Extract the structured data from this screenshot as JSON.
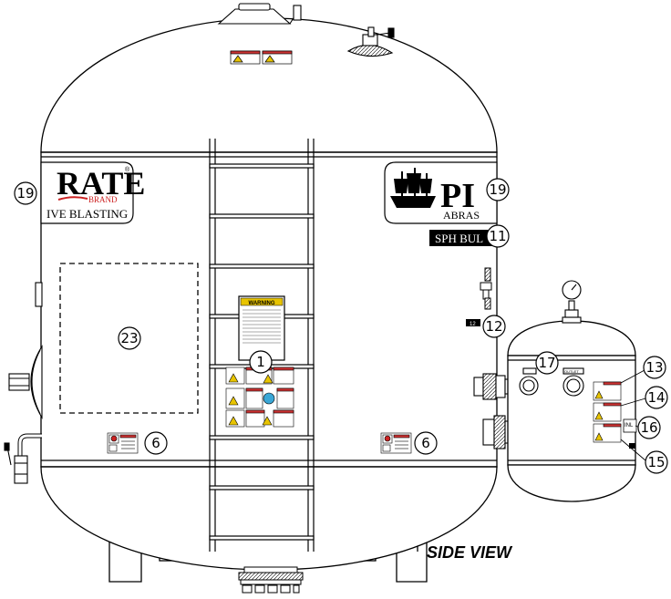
{
  "view_title": "SIDE VIEW",
  "logo_left": {
    "brand_text": "RATE",
    "sub_brand": "BRAND",
    "tagline": "IVE BLASTING",
    "trademark": "®"
  },
  "logo_right": {
    "brand_text": "PI",
    "tagline": "ABRAS"
  },
  "model_plate": "SPH BUL",
  "small_tag": "12",
  "warning_header": "WARNING",
  "small_vessel": {
    "port_left_label": "",
    "port_right_label": "OUTLET",
    "side_tag": "INL"
  },
  "callouts": [
    {
      "id": "c1",
      "label": "1"
    },
    {
      "id": "c6a",
      "label": "6"
    },
    {
      "id": "c6b",
      "label": "6"
    },
    {
      "id": "c11",
      "label": "11"
    },
    {
      "id": "c12",
      "label": "12"
    },
    {
      "id": "c13",
      "label": "13"
    },
    {
      "id": "c14",
      "label": "14"
    },
    {
      "id": "c15",
      "label": "15"
    },
    {
      "id": "c16",
      "label": "16"
    },
    {
      "id": "c17",
      "label": "17"
    },
    {
      "id": "c19a",
      "label": "19"
    },
    {
      "id": "c19b",
      "label": "19"
    },
    {
      "id": "c23",
      "label": "23"
    }
  ]
}
